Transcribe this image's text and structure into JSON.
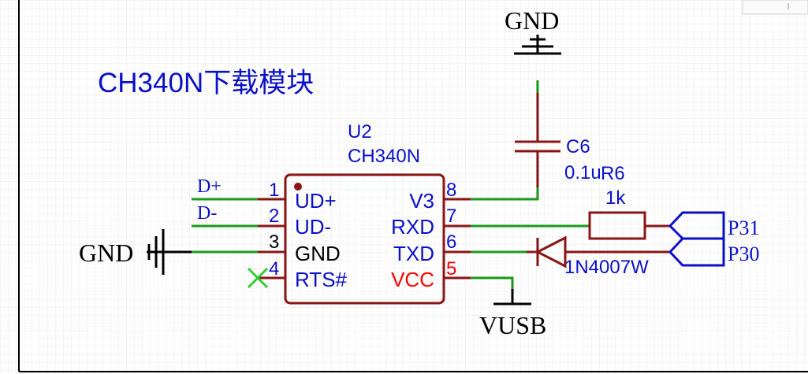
{
  "sheet": {
    "title": "CH340N下载模块",
    "colors": {
      "background": "#ffffff",
      "grid": "#e6e6e6",
      "frame": "#000000",
      "wire": "#1a9a1a",
      "component": "#8b1414",
      "blue_text": "#0a10c8",
      "red_text": "#ff0000",
      "black_text": "#000000",
      "no_connect": "#33cc33"
    }
  },
  "ic": {
    "designator": "U2",
    "value": "CH340N",
    "pins": [
      {
        "num": "1",
        "name": "UD+"
      },
      {
        "num": "2",
        "name": "UD-"
      },
      {
        "num": "3",
        "name": "GND"
      },
      {
        "num": "4",
        "name": "RTS#"
      },
      {
        "num": "8",
        "name": "V3"
      },
      {
        "num": "7",
        "name": "RXD"
      },
      {
        "num": "6",
        "name": "TXD"
      },
      {
        "num": "5",
        "name": "VCC"
      }
    ]
  },
  "capacitor": {
    "designator": "C6",
    "value": "0.1u"
  },
  "resistor": {
    "designator": "R6",
    "value": "1k"
  },
  "diode": {
    "value": "1N4007W"
  },
  "nets": {
    "d_plus": "D+",
    "d_minus": "D-",
    "p31": "P31",
    "p30": "P30"
  },
  "power": {
    "gnd_top": "GND",
    "gnd_left": "GND",
    "vusb": "VUSB"
  }
}
